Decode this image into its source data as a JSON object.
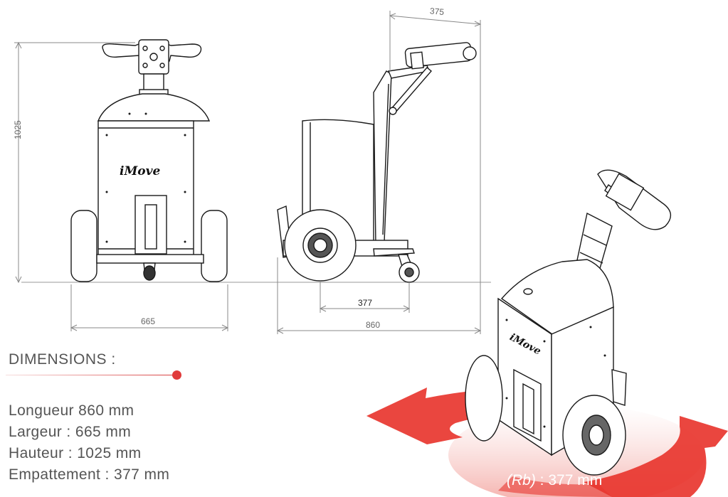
{
  "logo": {
    "brand": "iMove"
  },
  "dimensions": {
    "height": "1025",
    "width": "665",
    "length": "860",
    "wheelbase": "377",
    "handle_offset": "375"
  },
  "section": {
    "title": "DIMENSIONS :"
  },
  "specs": [
    "Longueur 860 mm",
    "Largeur : 665 mm",
    "Hauteur : 1025 mm",
    "Empattement : 377 mm"
  ],
  "turning_radius": {
    "symbol": "(Rb)",
    "value": " : 377 mm"
  },
  "colors": {
    "accent": "#e03a3a",
    "outline": "#1a1a1a",
    "dim_line": "#888888",
    "text": "#555555"
  }
}
